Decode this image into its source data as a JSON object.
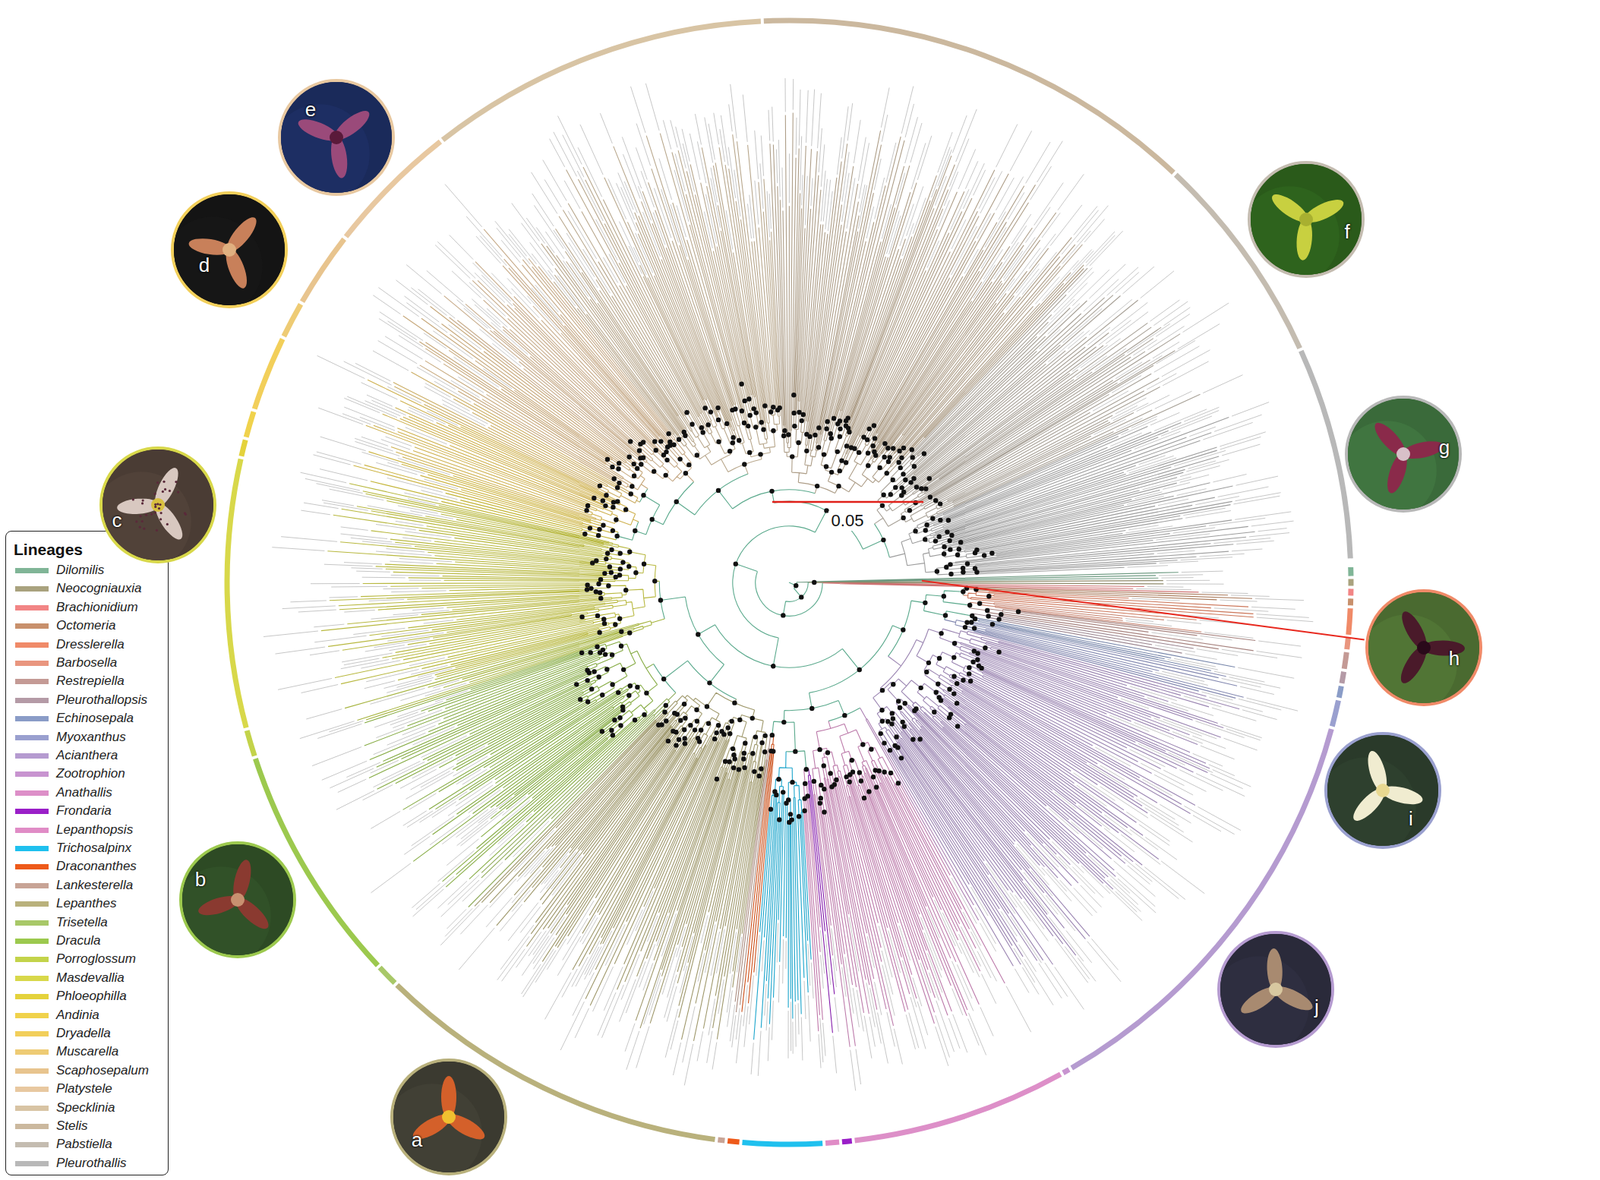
{
  "diagram": {
    "nodes": [
      {
        "text": [
          "a"
        ]
      },
      {
        "text": [
          "b"
        ]
      },
      {
        "text": [
          "c"
        ]
      },
      {
        "text": [
          "d"
        ]
      },
      {
        "text": [
          "e"
        ]
      },
      {
        "text": [
          "f"
        ]
      },
      {
        "text": [
          "g"
        ]
      },
      {
        "text": [
          "h"
        ]
      },
      {
        "text": [
          "i"
        ]
      },
      {
        "text": [
          "j"
        ]
      }
    ],
    "labels": [
      "Lineages",
      "0.05"
    ],
    "legend": [
      {
        "text": "Dilomilis",
        "color": "#80b597"
      },
      {
        "text": "Neocogniauxia",
        "color": "#a9a27e"
      },
      {
        "text": "Brachionidium",
        "color": "#f28585"
      },
      {
        "text": "Octomeria",
        "color": "#c8906c"
      },
      {
        "text": "Dresslerella",
        "color": "#f08a68"
      },
      {
        "text": "Barbosella",
        "color": "#e9967f"
      },
      {
        "text": "Restrepiella",
        "color": "#c49a95"
      },
      {
        "text": "Pleurothallopsis",
        "color": "#b49aa6"
      },
      {
        "text": "Echinosepala",
        "color": "#8a9cc7"
      },
      {
        "text": "Myoxanthus",
        "color": "#9aa0cf"
      },
      {
        "text": "Acianthera",
        "color": "#b59bd0"
      },
      {
        "text": "Zootrophion",
        "color": "#c894d0"
      },
      {
        "text": "Anathallis",
        "color": "#dd8fc8"
      },
      {
        "text": "Frondaria",
        "color": "#9a1fc8"
      },
      {
        "text": "Lepanthopsis",
        "color": "#e08cc6"
      },
      {
        "text": "Trichosalpinx",
        "color": "#1fc0ee"
      },
      {
        "text": "Draconanthes",
        "color": "#ee5a1a"
      },
      {
        "text": "Lankesterella",
        "color": "#c8a496"
      },
      {
        "text": "Lepanthes",
        "color": "#b9b17c"
      },
      {
        "text": "Trisetella",
        "color": "#a8c868"
      },
      {
        "text": "Dracula",
        "color": "#9cc94e"
      },
      {
        "text": "Porroglossum",
        "color": "#c3d34a"
      },
      {
        "text": "Masdevallia",
        "color": "#d8d84a"
      },
      {
        "text": "Phloeophilla",
        "color": "#e4d23c"
      },
      {
        "text": "Andinia",
        "color": "#f0d24c"
      },
      {
        "text": "Dryadella",
        "color": "#f2cf5a"
      },
      {
        "text": "Muscarella",
        "color": "#eecb74"
      },
      {
        "text": "Scaphosepalum",
        "color": "#e8c48e"
      },
      {
        "text": "Platystele",
        "color": "#e8c8a0"
      },
      {
        "text": "Specklinia",
        "color": "#d8c4a4"
      },
      {
        "text": "Stelis",
        "color": "#cbb89e"
      },
      {
        "text": "Pabstiella",
        "color": "#c4bcb0"
      },
      {
        "text": "Pleurothallis",
        "color": "#b8b8b8"
      }
    ]
  }
}
